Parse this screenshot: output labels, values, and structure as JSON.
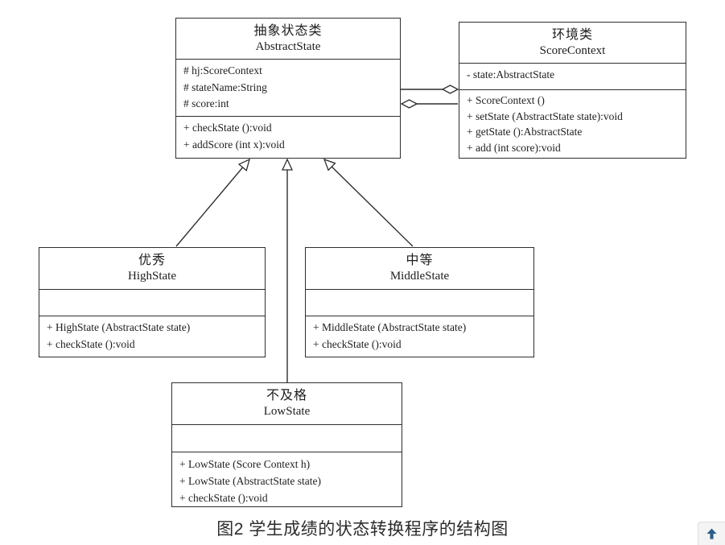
{
  "diagram": {
    "caption": "图2 学生成绩的状态转换程序的结构图",
    "line_color": "#2e2e2e",
    "classes": [
      {
        "id": "abstract-state",
        "name_cn": "抽象状态类",
        "name_en": "AbstractState",
        "attributes": [
          "# hj:ScoreContext",
          "# stateName:String",
          "# score:int"
        ],
        "methods": [
          "+ checkState ():void",
          "+ addScore (int x):void"
        ]
      },
      {
        "id": "score-context",
        "name_cn": "环境类",
        "name_en": "ScoreContext",
        "attributes": [
          "- state:AbstractState"
        ],
        "methods": [
          "+ ScoreContext ()",
          "+ setState (AbstractState state):void",
          "+ getState ():AbstractState",
          "+ add (int score):void"
        ]
      },
      {
        "id": "high-state",
        "name_cn": "优秀",
        "name_en": "HighState",
        "attributes": [],
        "methods": [
          "+ HighState (AbstractState state)",
          "+ checkState ():void"
        ]
      },
      {
        "id": "middle-state",
        "name_cn": "中等",
        "name_en": "MiddleState",
        "attributes": [],
        "methods": [
          "+ MiddleState (AbstractState state)",
          "+ checkState ():void"
        ]
      },
      {
        "id": "low-state",
        "name_cn": "不及格",
        "name_en": "LowState",
        "attributes": [],
        "methods": [
          "+ LowState (Score Context h)",
          "+ LowState (AbstractState state)",
          "+ checkState ():void"
        ]
      }
    ],
    "relations": [
      {
        "type": "aggregation",
        "between": [
          "AbstractState",
          "ScoreContext"
        ],
        "diamond_at": "ScoreContext"
      },
      {
        "type": "aggregation",
        "between": [
          "ScoreContext",
          "AbstractState"
        ],
        "diamond_at": "AbstractState"
      },
      {
        "type": "generalization",
        "child": "HighState",
        "parent": "AbstractState"
      },
      {
        "type": "generalization",
        "child": "LowState",
        "parent": "AbstractState"
      },
      {
        "type": "generalization",
        "child": "MiddleState",
        "parent": "AbstractState"
      }
    ]
  },
  "back_to_top": {
    "icon": "up-arrow",
    "arrow_color": "#2b5e8c"
  }
}
